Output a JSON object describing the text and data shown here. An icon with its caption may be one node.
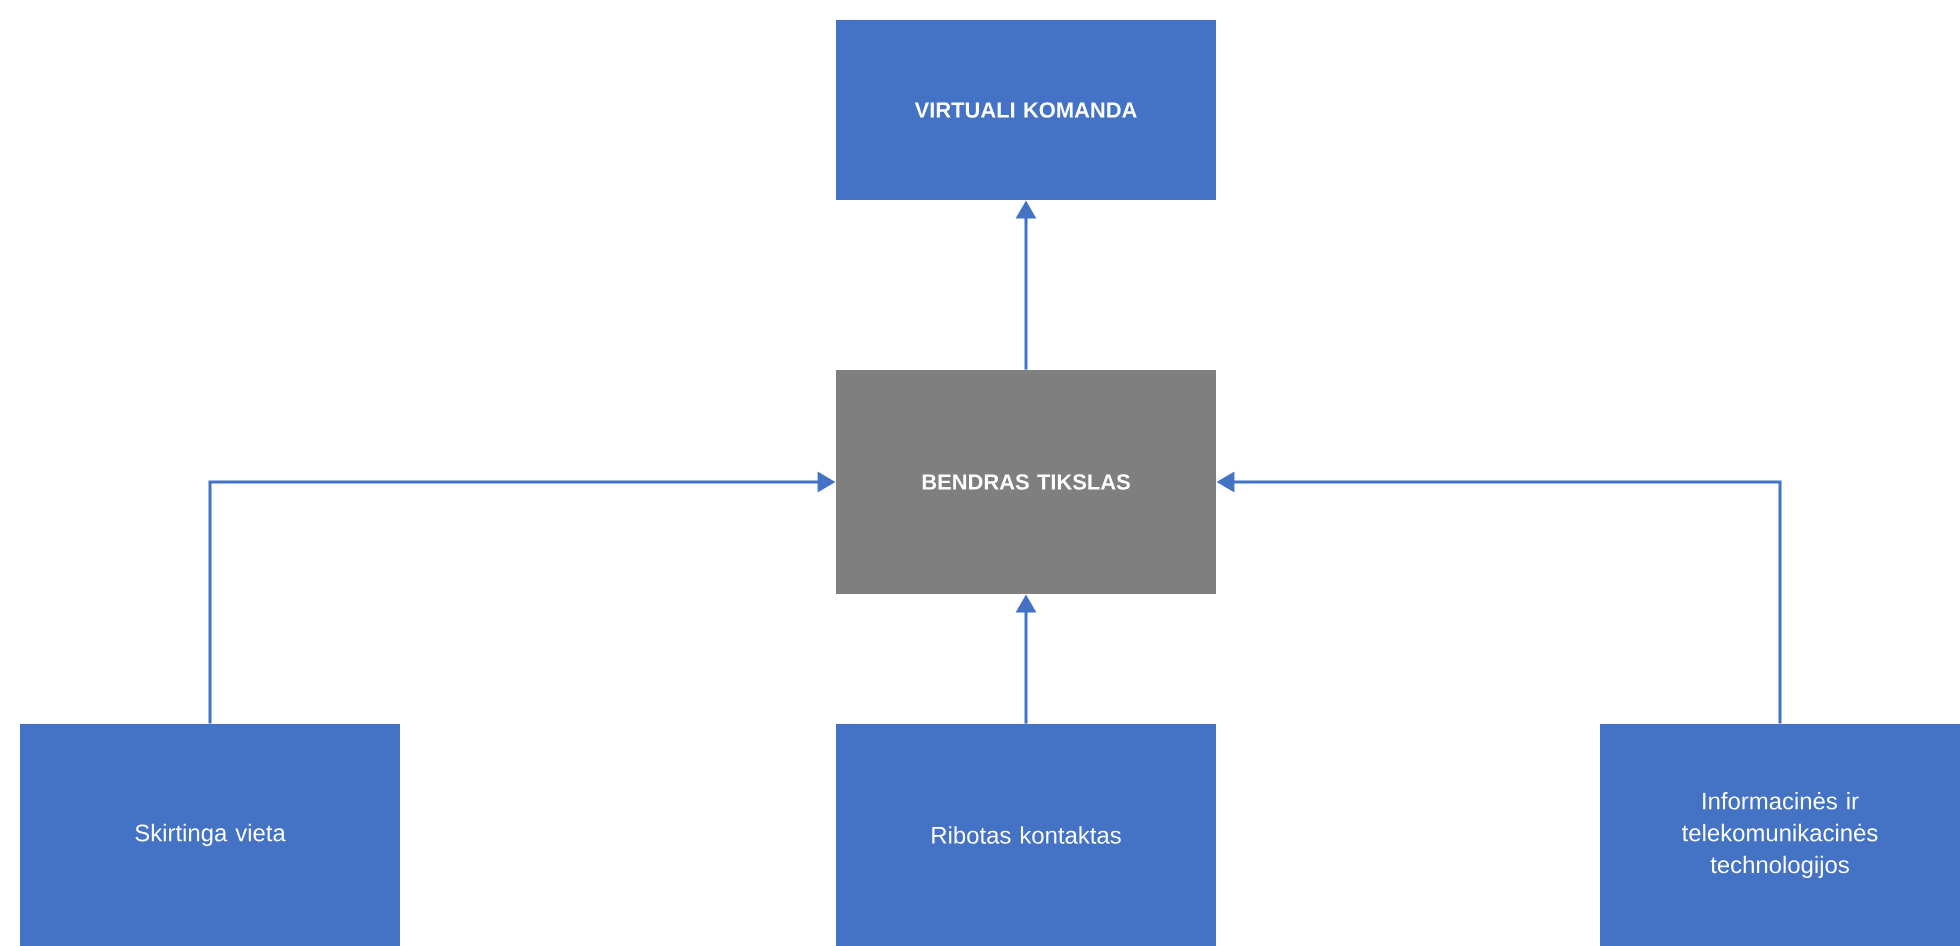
{
  "diagram": {
    "nodes": [
      {
        "text": [
          "VIRTUALI KOMANDA"
        ]
      },
      {
        "text": [
          "BENDRAS TIKSLAS"
        ]
      },
      {
        "text": [
          "Skirtinga vieta"
        ]
      },
      {
        "text": [
          "Ribotas kontaktas"
        ]
      },
      {
        "text": [
          "Informacinės ir telekomunikacinės technologijos"
        ]
      }
    ],
    "edges": [
      {
        "from": 1,
        "to": 0,
        "arrow": "to"
      },
      {
        "from": 2,
        "to": 1,
        "arrow": "to"
      },
      {
        "from": 3,
        "to": 1,
        "arrow": "to"
      },
      {
        "from": 4,
        "to": 1,
        "arrow": "to"
      }
    ]
  }
}
